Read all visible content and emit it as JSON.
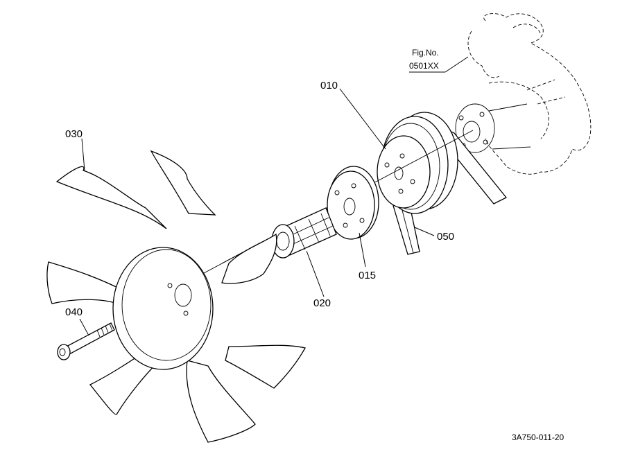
{
  "figure_ref": {
    "label": "Fig.No.",
    "number": "0501XX"
  },
  "callouts": [
    {
      "id": "010",
      "text": "010"
    },
    {
      "id": "015",
      "text": "015"
    },
    {
      "id": "020",
      "text": "020"
    },
    {
      "id": "030",
      "text": "030"
    },
    {
      "id": "040",
      "text": "040"
    },
    {
      "id": "050",
      "text": "050"
    }
  ],
  "drawing_code": "3A750-011-20"
}
